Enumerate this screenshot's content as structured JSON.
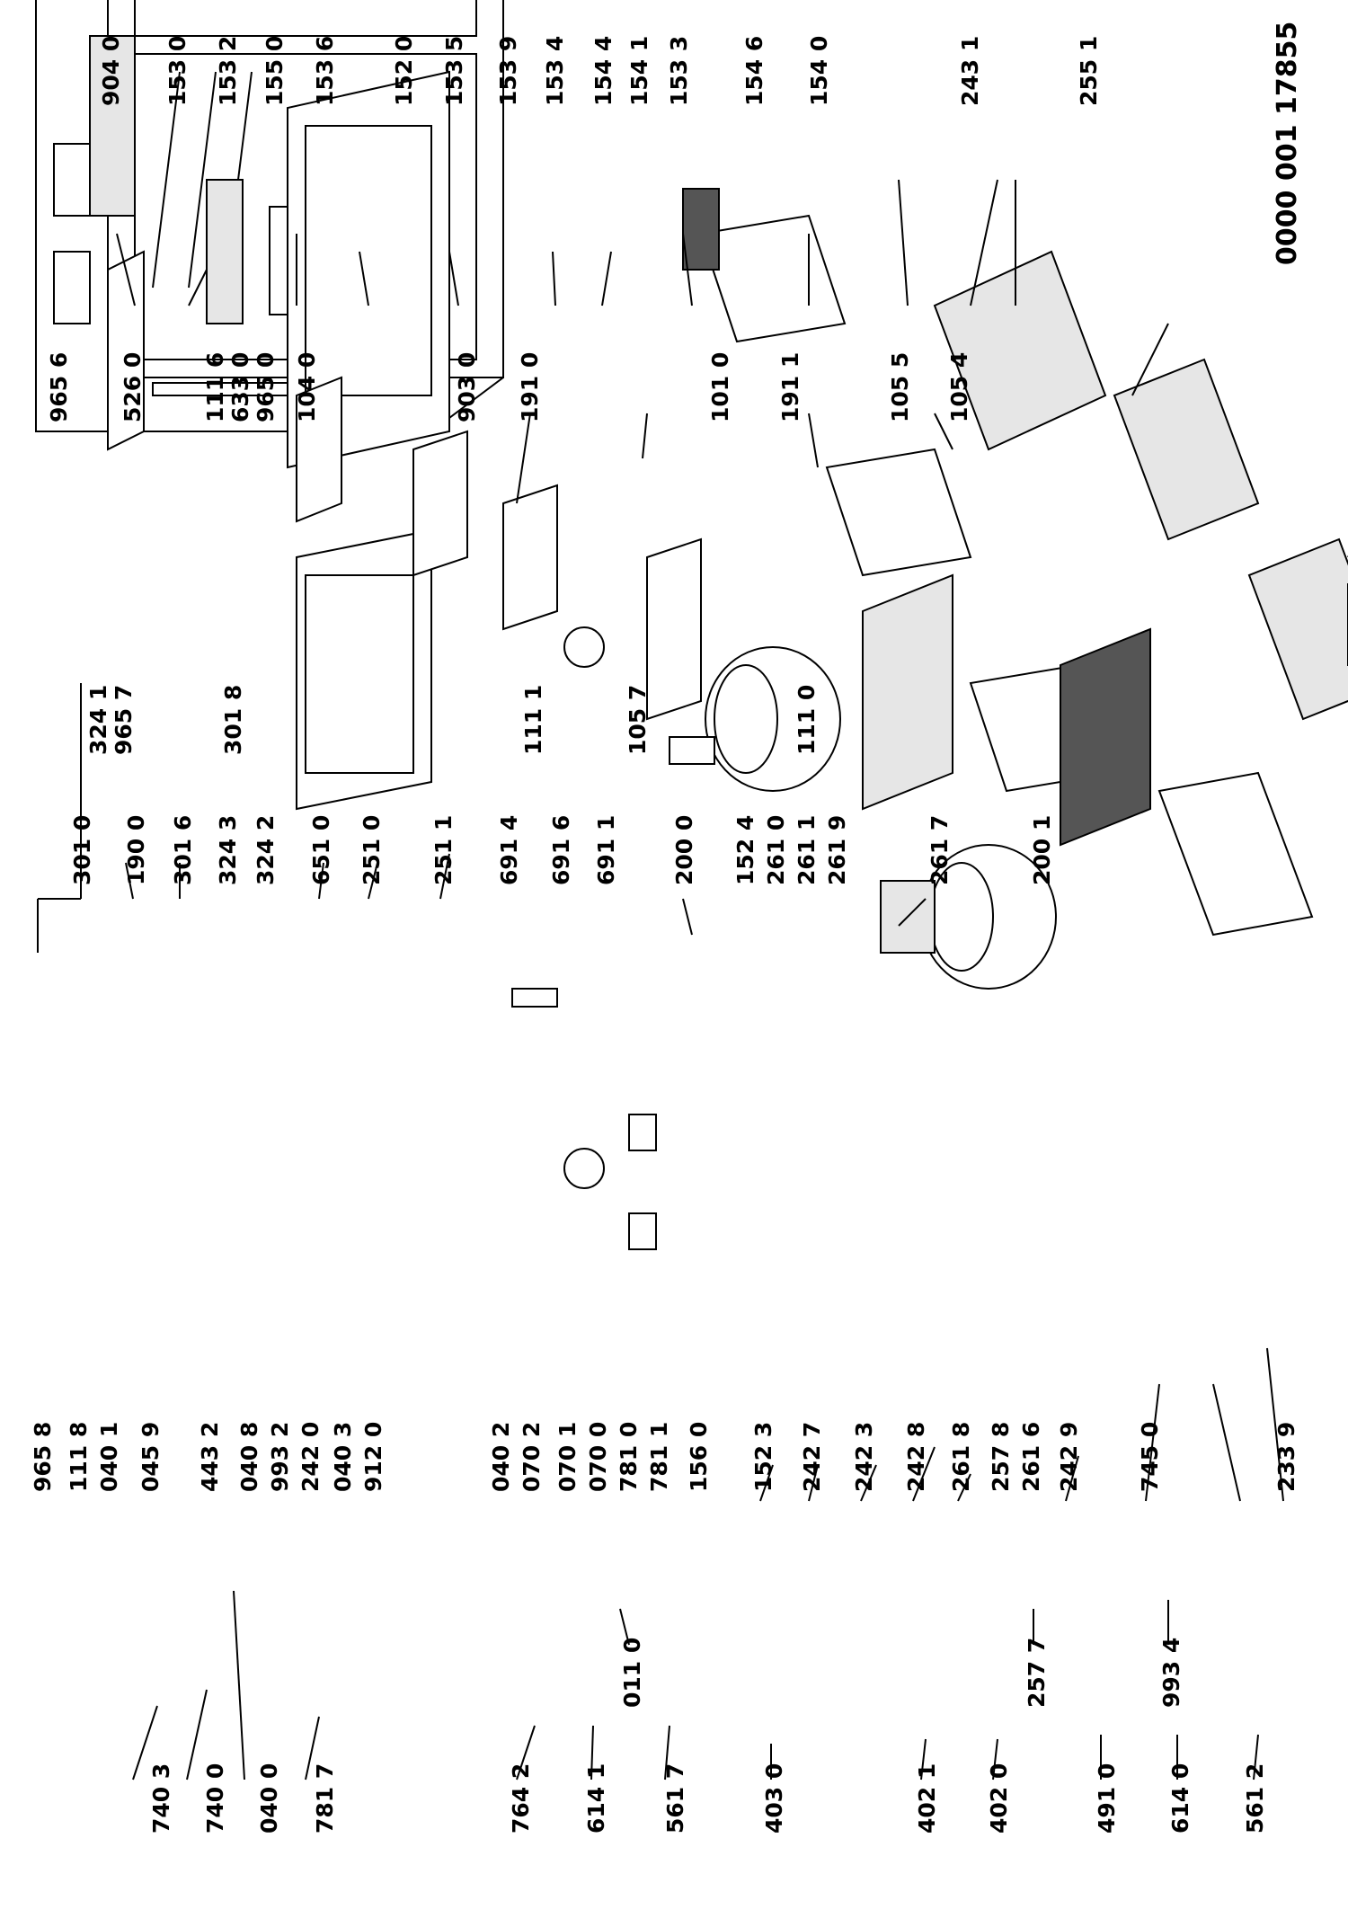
{
  "document_number": "0000 001 17855",
  "labels": [
    "740 3",
    "740 0",
    "040 0",
    "781 7",
    "764 2",
    "614 1",
    "561 7",
    "403 0",
    "402 1",
    "402 0",
    "491 0",
    "614 0",
    "561 2",
    "011 0",
    "257 7",
    "993 4",
    "965 8",
    "111 8",
    "040 1",
    "045 9",
    "443 2",
    "040 8",
    "993 2",
    "242 0",
    "040 3",
    "912 0",
    "040 2",
    "070 2",
    "070 1",
    "070 0",
    "781 0",
    "781 1",
    "156 0",
    "152 3",
    "242 7",
    "242 3",
    "242 8",
    "261 8",
    "257 8",
    "261 6",
    "242 9",
    "745 0",
    "233 9",
    "301 0",
    "190 0",
    "301 6",
    "324 3",
    "324 2",
    "651 0",
    "251 0",
    "251 1",
    "691 4",
    "691 6",
    "691 1",
    "200 0",
    "152 4",
    "261 0",
    "261 1",
    "261 9",
    "261 7",
    "200 1",
    "324 1",
    "965 7",
    "301 8",
    "111 1",
    "105 7",
    "111 0",
    "965 6",
    "526 0",
    "111 6",
    "633 0",
    "965 0",
    "104 0",
    "903 0",
    "191 0",
    "101 0",
    "191 1",
    "105 5",
    "105 4",
    "904 0",
    "153 0",
    "153 2",
    "155 0",
    "153 6",
    "152 0",
    "153 5",
    "153 9",
    "153 4",
    "154 4",
    "154 1",
    "153 3",
    "154 6",
    "154 0",
    "243 1",
    "255 1"
  ]
}
